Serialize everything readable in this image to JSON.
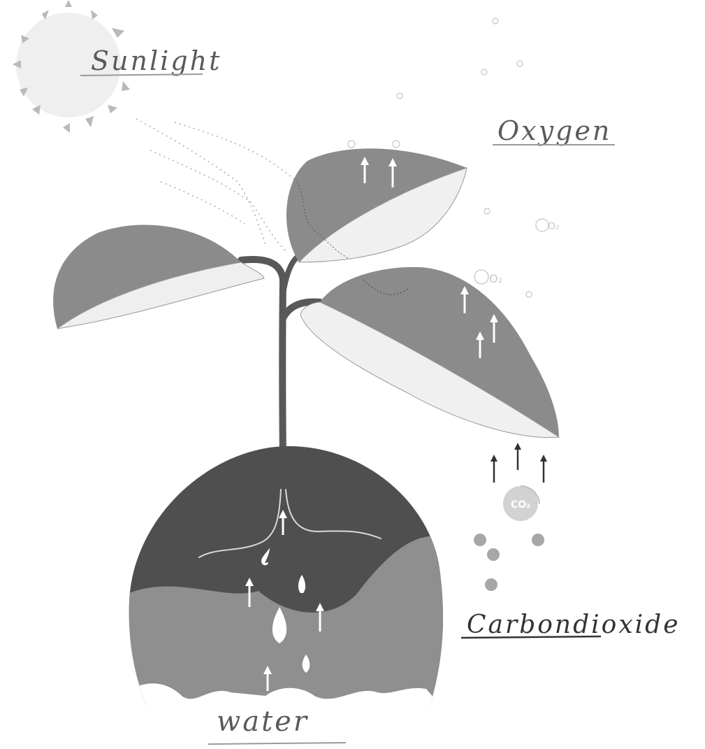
{
  "labels": {
    "sunlight": "Sunlight",
    "oxygen": "Oxygen",
    "carbon_dioxide": "Carbondioxide",
    "water": "water"
  },
  "molecules": {
    "o2": "O₂",
    "co2": "CO₂"
  },
  "colors": {
    "leaf": "#8c8c8c",
    "leaf_light": "#f1f1f1",
    "stem": "#595959",
    "soil_dark": "#4f4f4f",
    "soil_light": "#8f8f8f",
    "sun": "#eeeeee",
    "text": "#5a5a5a"
  }
}
